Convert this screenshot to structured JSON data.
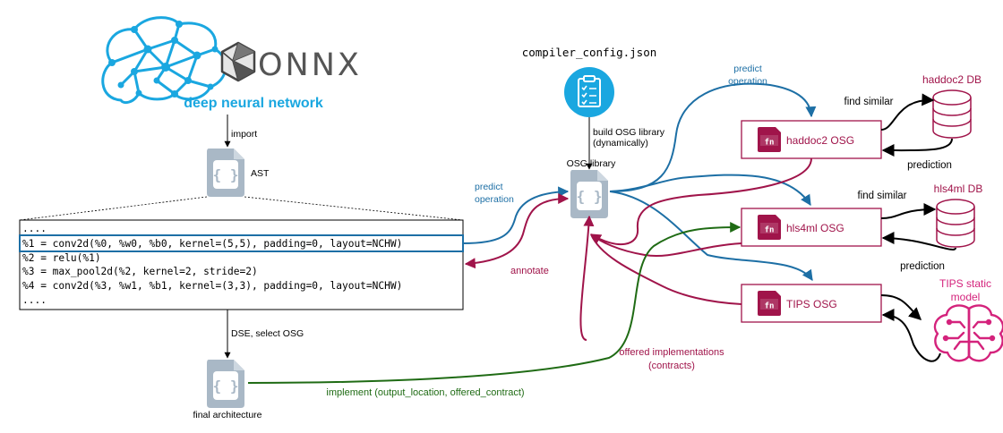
{
  "header": {
    "onnx_wordmark": "ONNX",
    "dnn_label": "deep neural network",
    "config_file": "compiler_config.json"
  },
  "edges": {
    "import": "import",
    "ast": "AST",
    "dse": "DSE, select OSG",
    "final_architecture": "final architecture",
    "build_line1": "build OSG library",
    "build_line2": "(dynamically)",
    "osg_library": "OSG library",
    "predict_left_1": "predict",
    "predict_left_2": "operation",
    "predict_top_1": "predict",
    "predict_top_2": "operation",
    "annotate": "annotate",
    "offered_1": "offered implementations",
    "offered_2": "(contracts)",
    "implement": "implement (output_location, offered_contract)"
  },
  "code": {
    "lines": [
      "....",
      "%1 = conv2d(%0, %w0, %b0, kernel=(5,5), padding=0, layout=NCHW)",
      "%2 = relu(%1)",
      "%3 = max_pool2d(%2, kernel=2, stride=2)",
      "%4 = conv2d(%3, %w1, %b1, kernel=(3,3), padding=0, layout=NCHW)",
      "...."
    ],
    "highlighted_line": 1
  },
  "osgs": [
    {
      "label": "haddoc2 OSG",
      "db": "haddoc2 DB",
      "find": "find similar",
      "pred": "prediction"
    },
    {
      "label": "hls4ml OSG",
      "db": "hls4ml DB",
      "find": "find similar",
      "pred": "prediction"
    },
    {
      "label": "TIPS OSG",
      "db_line1": "TIPS static",
      "db_line2": "model"
    }
  ],
  "icon_glyphs": {
    "osg_icon": "fn",
    "json_braces": "{ }"
  },
  "colors": {
    "blue": "#1d6fa5",
    "crimson": "#a0144a",
    "green": "#1f6b14",
    "cyan": "#1aa7e0",
    "magenta": "#d4237c",
    "file_icon": "#a9b8c6"
  }
}
